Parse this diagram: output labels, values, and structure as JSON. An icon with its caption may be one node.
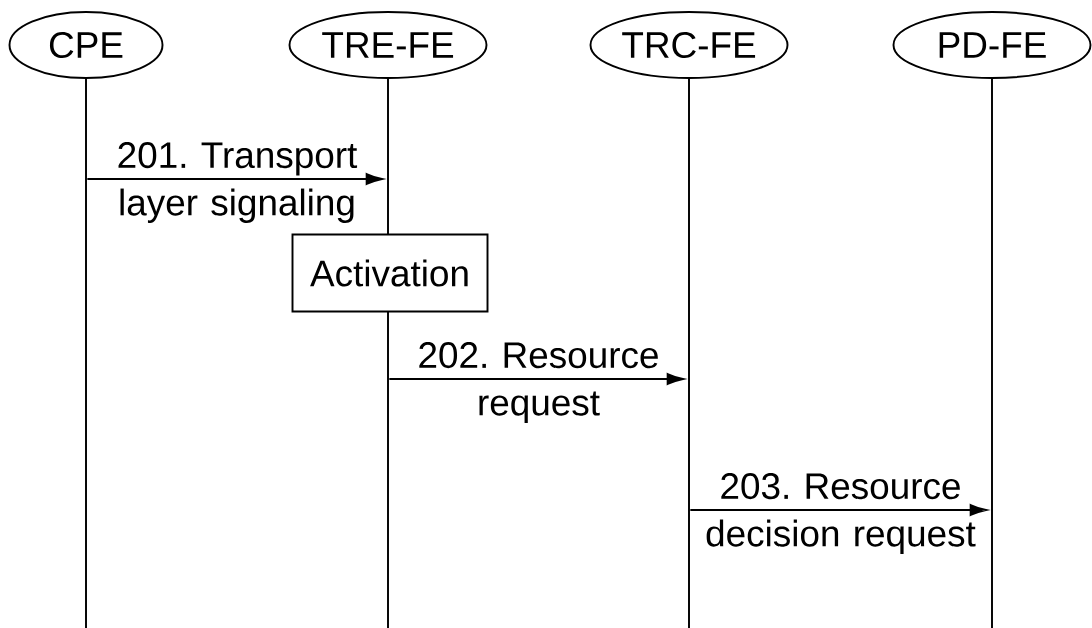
{
  "diagram": {
    "nodes": [
      {
        "text": [
          "CPE"
        ]
      },
      {
        "text": [
          "TRE-FE"
        ]
      },
      {
        "text": [
          "TRC-FE"
        ]
      },
      {
        "text": [
          "PD-FE"
        ]
      },
      {
        "text": [
          "Activation"
        ]
      },
      {
        "text": [],
        "shape": "bar"
      },
      {
        "text": [],
        "shape": "bar"
      },
      {
        "text": [],
        "shape": "bar"
      },
      {
        "text": [],
        "shape": "bar"
      },
      {
        "text": [],
        "shape": "bar"
      }
    ],
    "edges": [
      {
        "from": 5,
        "to": 6,
        "arrow": "to",
        "label": "201. Transport layer signaling"
      },
      {
        "from": 7,
        "to": 8,
        "arrow": "to",
        "label": "202. Resource request"
      },
      {
        "from": 8,
        "to": 9,
        "arrow": "to",
        "label": "203. Resource decision request"
      }
    ]
  }
}
